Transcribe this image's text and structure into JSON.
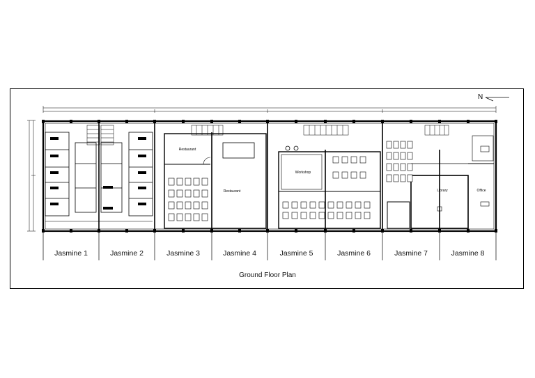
{
  "plan": {
    "title": "Ground Floor Plan",
    "north": "N",
    "units": [
      {
        "name": "Jasmine 1"
      },
      {
        "name": "Jasmine 2"
      },
      {
        "name": "Jasmine 3"
      },
      {
        "name": "Jasmine 4"
      },
      {
        "name": "Jasmine 5"
      },
      {
        "name": "Jasmine 6"
      },
      {
        "name": "Jasmine 7"
      },
      {
        "name": "Jasmine 8"
      }
    ],
    "rooms": {
      "restaurant_a": "Restaurant",
      "restaurant_b": "Restaurant",
      "workshop": "Workshop",
      "library": "Library",
      "office": "Office"
    }
  }
}
